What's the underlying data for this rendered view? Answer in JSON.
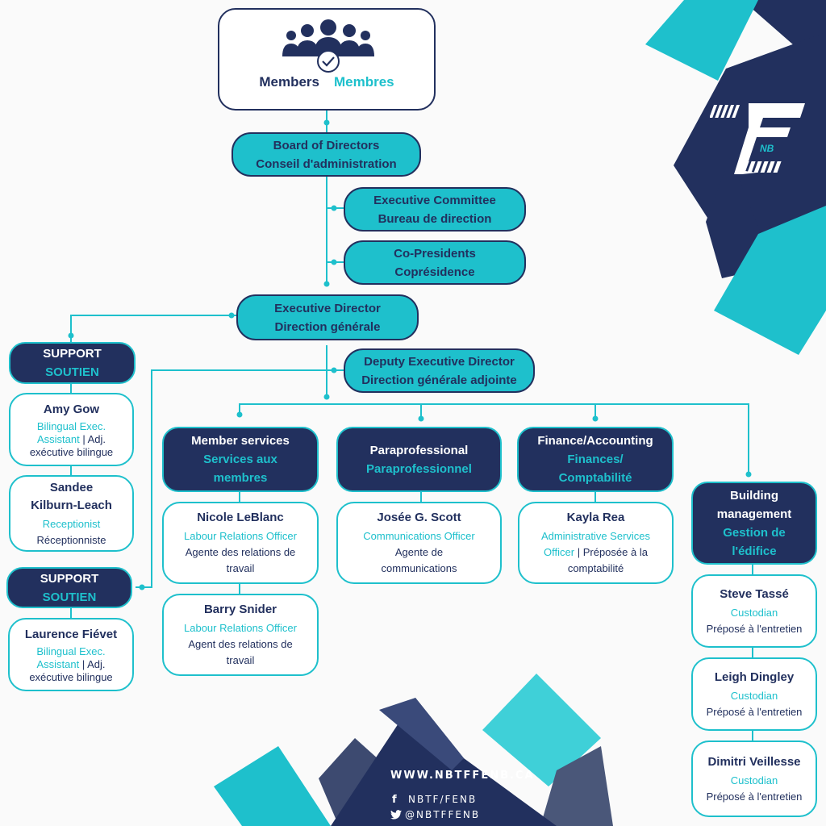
{
  "top": {
    "en": "Members",
    "fr": "Membres"
  },
  "board": {
    "en": "Board of Directors",
    "fr": "Conseil d'administration"
  },
  "exec_committee": {
    "en": "Executive Committee",
    "fr": "Bureau de direction"
  },
  "co_presidents": {
    "en": "Co-Presidents",
    "fr": "Coprésidence"
  },
  "exec_director": {
    "en": "Executive Director",
    "fr": "Direction générale"
  },
  "deputy": {
    "en": "Deputy Executive Director",
    "fr": "Direction générale adjointe"
  },
  "support1": {
    "en": "SUPPORT",
    "fr": "SOUTIEN"
  },
  "support2": {
    "en": "SUPPORT",
    "fr": "SOUTIEN"
  },
  "amy": {
    "name": "Amy Gow",
    "role_en_1": "Bilingual Exec.",
    "role_en_2": "Assistant",
    "sep": " | Adj.",
    "role_fr": "exécutive bilingue"
  },
  "sandee": {
    "name_1": "Sandee",
    "name_2": "Kilburn-Leach",
    "role_en": "Receptionist",
    "role_fr": "Réceptionniste"
  },
  "laurence": {
    "name": "Laurence Fiévet",
    "role_en_1": "Bilingual Exec.",
    "role_en_2": "Assistant",
    "sep": " | Adj.",
    "role_fr": "exécutive bilingue"
  },
  "member_services": {
    "en": "Member services",
    "fr_1": "Services aux",
    "fr_2": "membres"
  },
  "paraprofessional": {
    "en": "Paraprofessional",
    "fr": "Paraprofessionnel"
  },
  "finance": {
    "en": "Finance/Accounting",
    "fr_1": "Finances/",
    "fr_2": "Comptabilité"
  },
  "building": {
    "en_1": "Building",
    "en_2": "management",
    "fr_1": "Gestion de",
    "fr_2": "l'édifice"
  },
  "nicole": {
    "name": "Nicole LeBlanc",
    "role_en": "Labour Relations Officer",
    "role_fr_1": "Agente des relations de",
    "role_fr_2": "travail"
  },
  "barry": {
    "name": "Barry Snider",
    "role_en": "Labour Relations Officer",
    "role_fr_1": "Agent des relations de",
    "role_fr_2": "travail"
  },
  "josee": {
    "name": "Josée G. Scott",
    "role_en": "Communications Officer",
    "role_fr_1": "Agente de",
    "role_fr_2": "communications"
  },
  "kayla": {
    "name": "Kayla Rea",
    "role_en_1": "Administrative Services",
    "role_en_2": "Officer",
    "sep": " | ",
    "role_fr_1": "Préposée à la",
    "role_fr_2": "comptabilité"
  },
  "steve": {
    "name": "Steve Tassé",
    "role_en": "Custodian",
    "role_fr": "Préposé à l'entretien"
  },
  "leigh": {
    "name": "Leigh Dingley",
    "role_en": "Custodian",
    "role_fr": "Préposé à l'entretien"
  },
  "dimitri": {
    "name": "Dimitri Veillesse",
    "role_en": "Custodian",
    "role_fr": "Préposé à l'entretien"
  },
  "footer": {
    "website": "WWW.NBTFFENB.CA",
    "facebook": "NBTF/FENB",
    "twitter": "@NBTFFENB"
  },
  "logo": {
    "letters": "NB"
  },
  "colors": {
    "navy": "#22305e",
    "teal": "#1ec0cc",
    "white": "#ffffff"
  },
  "icons": [
    "people-check-icon",
    "facebook-icon",
    "twitter-icon",
    "nbtf-logo"
  ]
}
